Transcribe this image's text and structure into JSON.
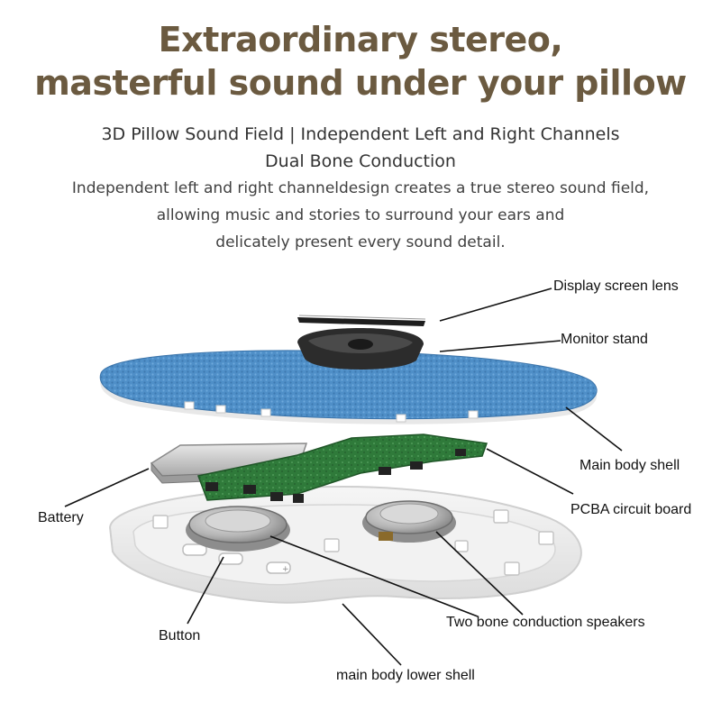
{
  "headline": {
    "line1": "Extraordinary stereo,",
    "line2": "masterful sound under your pillow"
  },
  "subheadline": {
    "line1": "3D Pillow Sound Field | Independent Left and Right Channels",
    "line2": "Dual Bone Conduction"
  },
  "description": {
    "line1": "Independent left and right channeldesign creates a true stereo sound field,",
    "line2": "allowing music and stories to surround your ears and",
    "line3": "delicately present every sound detail."
  },
  "labels": {
    "display_lens": "Display screen lens",
    "monitor_stand": "Monitor stand",
    "main_shell": "Main body shell",
    "pcba": "PCBA circuit board",
    "battery": "Battery",
    "speakers": "Two bone conduction speakers",
    "button": "Button",
    "lower_shell": "main body lower shell"
  },
  "colors": {
    "headline": "#6b5a40",
    "fabric": "#4f8fc8",
    "pcb": "#2f7a3a",
    "shell": "#eeeeee"
  }
}
